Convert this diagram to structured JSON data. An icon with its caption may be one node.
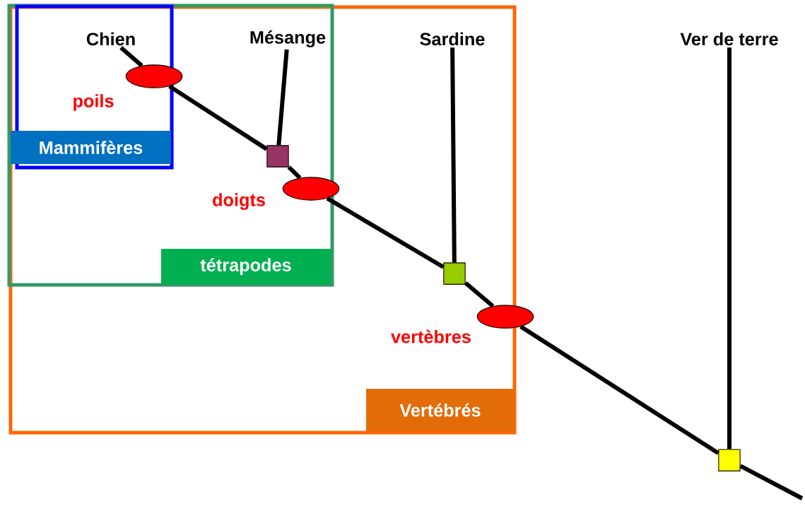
{
  "diagram": {
    "nodes": [
      {
        "text": [
          "Vertébrés"
        ]
      },
      {
        "text": [
          "tétrapodes"
        ],
        "in": 0
      },
      {
        "text": [
          "Mammifères"
        ],
        "in": 1
      },
      {
        "text": [
          "Chien"
        ],
        "in": 2
      },
      {
        "text": [
          "Mésange"
        ],
        "in": 1
      },
      {
        "text": [
          "Sardine"
        ],
        "in": 0
      },
      {
        "text": [
          "Ver de terre"
        ]
      },
      {
        "text": [],
        "shape": "ellipse",
        "beside": [
          "poils"
        ],
        "in": 1
      },
      {
        "text": [],
        "shape": "box",
        "in": 1
      },
      {
        "text": [],
        "shape": "ellipse",
        "beside": [
          "doigts"
        ],
        "in": 0
      },
      {
        "text": [],
        "shape": "box",
        "in": 0
      },
      {
        "text": [],
        "shape": "ellipse",
        "beside": [
          "vertèbres"
        ]
      },
      {
        "text": [],
        "shape": "box"
      }
    ],
    "edges": [
      {
        "from": 3,
        "to": 7,
        "arrow": "none"
      },
      {
        "from": 7,
        "to": 8,
        "arrow": "none"
      },
      {
        "from": 8,
        "to": 9,
        "arrow": "none"
      },
      {
        "from": 9,
        "to": 10,
        "arrow": "none"
      },
      {
        "from": 10,
        "to": 11,
        "arrow": "none"
      },
      {
        "from": 11,
        "to": 12,
        "arrow": "none"
      },
      {
        "from": 12,
        "to": null,
        "arrow": "none"
      },
      {
        "from": 4,
        "to": 8,
        "arrow": "none"
      },
      {
        "from": 5,
        "to": 10,
        "arrow": "none"
      },
      {
        "from": 6,
        "to": 12,
        "arrow": "none"
      }
    ]
  }
}
